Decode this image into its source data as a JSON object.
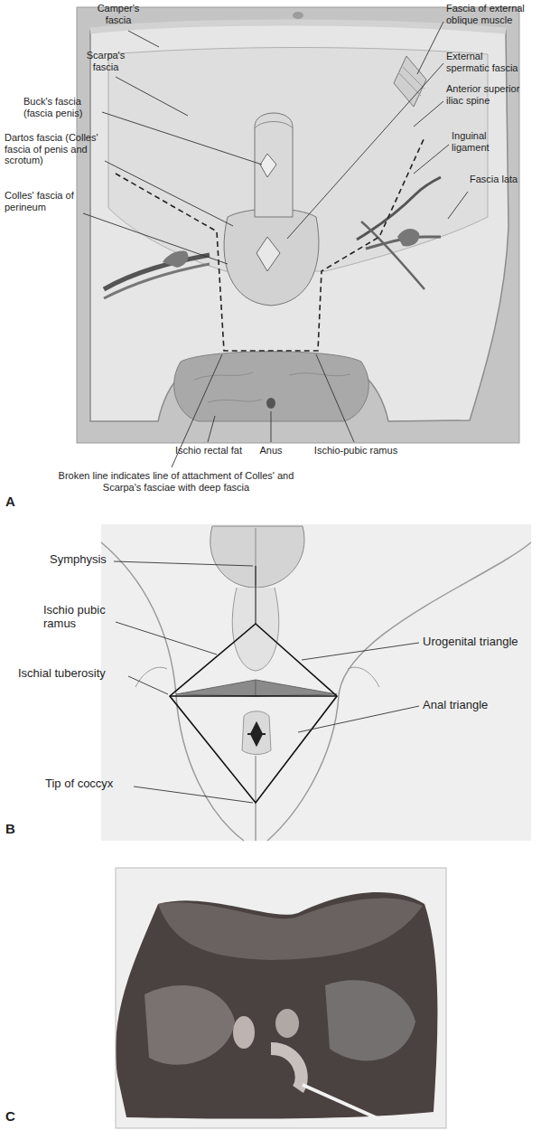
{
  "diagram": {
    "labels": [
      "Camper's fascia",
      "Scarpa's fascia",
      "Buck's fascia (fascia penis)",
      "Dartos fascia (Colles' fascia of penis and scrotum)",
      "Colles' fascia of perineum",
      "Fascia of external oblique muscle",
      "External spermatic fascia",
      "Anterior superior iliac spine",
      "Inguinal ligament",
      "Fascia lata",
      "Ischio rectal fat",
      "Anus",
      "Ischio-pubic ramus",
      "Broken line indicates line of attachment of Colles' and Scarpa's fasciae with deep fascia",
      "A",
      "Symphysis",
      "Ischio pubic ramus",
      "Ischial tuberosity",
      "Tip of coccyx",
      "Urogenital triangle",
      "Anal triangle",
      "B",
      "C"
    ]
  }
}
